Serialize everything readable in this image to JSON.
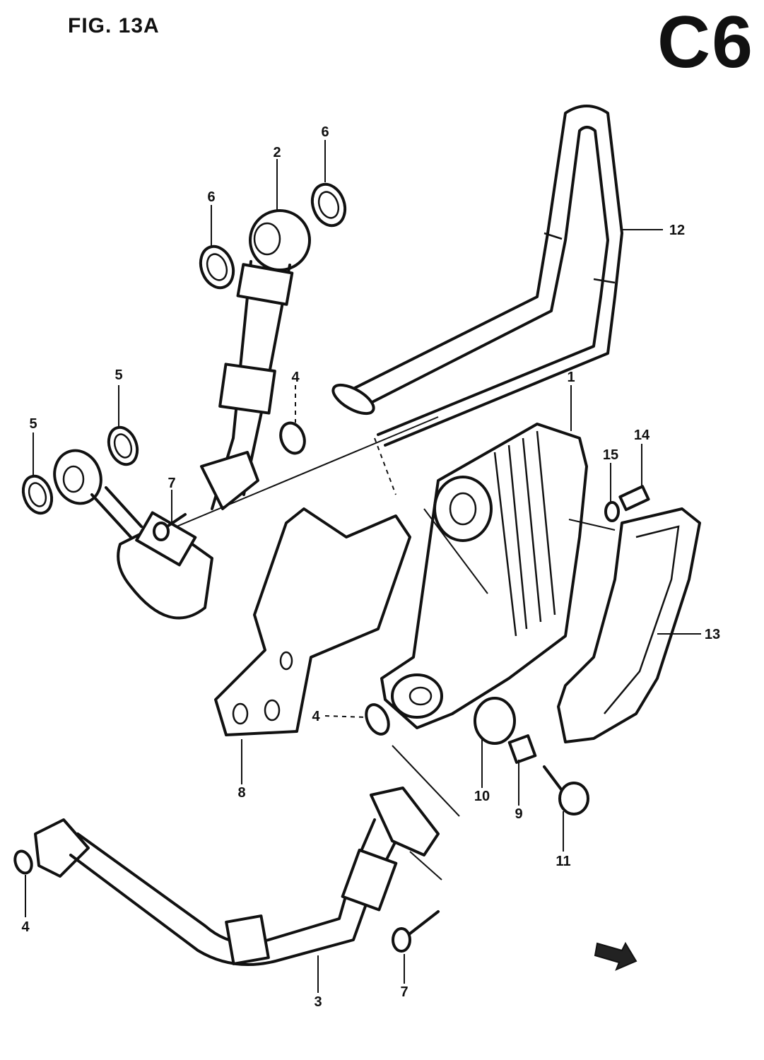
{
  "header": {
    "figure": "FIG. 13A",
    "section_code": "C6"
  },
  "callouts": [
    "1",
    "2",
    "3",
    "4",
    "4",
    "4",
    "4",
    "5",
    "5",
    "6",
    "6",
    "7",
    "7",
    "8",
    "9",
    "10",
    "11",
    "12",
    "13",
    "14",
    "15"
  ],
  "colors": {
    "ink": "#111111",
    "paper": "#ffffff"
  },
  "icons": [
    "direction-arrow-icon"
  ]
}
